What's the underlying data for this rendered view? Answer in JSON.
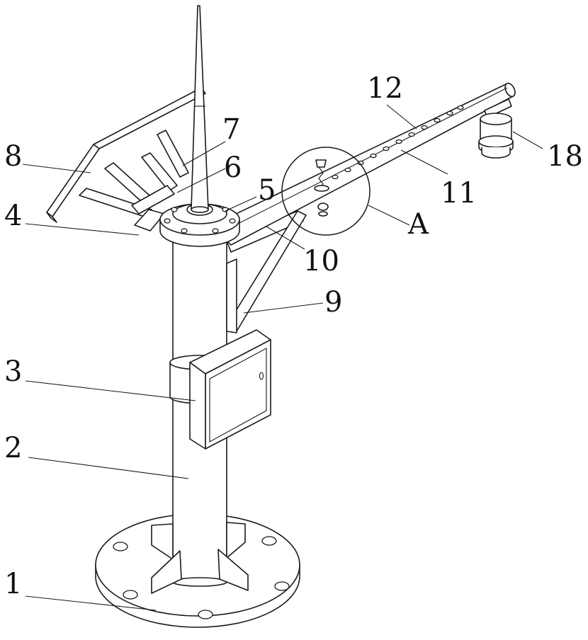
{
  "labels": {
    "base": "1",
    "pole": "2",
    "clamp": "3",
    "flange": "4",
    "rotary_seat": "5",
    "mount_ring": "6",
    "lightning_rod": "7",
    "solar_panel": "8",
    "brace": "9",
    "arm": "10",
    "slider": "11",
    "hole_row": "12",
    "sensor": "18",
    "detail": "A"
  }
}
